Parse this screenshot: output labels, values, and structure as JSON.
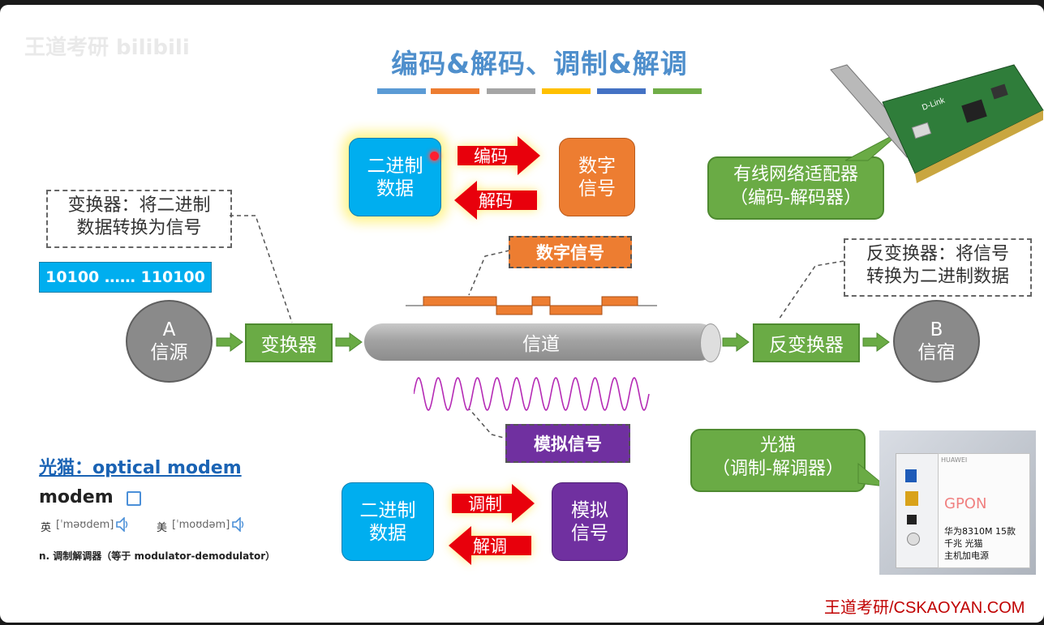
{
  "watermark": "王道考研 bilibili",
  "title": "编码&解码、调制&解调",
  "title_bar_colors": [
    "#5b9bd5",
    "#ed7d31",
    "#a5a5a5",
    "#ffc000",
    "#4472c4",
    "#70ad47"
  ],
  "top_section": {
    "left_box": [
      "二进制",
      "数据"
    ],
    "encode_label": "编码",
    "decode_label": "解码",
    "right_box": [
      "数字",
      "信号"
    ]
  },
  "converter_note": [
    "变换器：将二进制",
    "数据转换为信号"
  ],
  "binary_label": "10100 …… 110100",
  "source": {
    "letter": "A",
    "name": "信源"
  },
  "converter": "变换器",
  "channel": "信道",
  "inverse_converter": "反变换器",
  "sink": {
    "letter": "B",
    "name": "信宿"
  },
  "digital_signal_label": "数字信号",
  "analog_signal_label": "模拟信号",
  "inverse_note": [
    "反变换器：将信号",
    "转换为二进制数据"
  ],
  "network_adapter_callout": [
    "有线网络适配器",
    "（编码-解码器）"
  ],
  "nic_brand": "D-Link",
  "optical_modem_callout": [
    "光猫",
    "（调制-解调器）"
  ],
  "dictionary": {
    "heading": "光猫：optical modem",
    "word": "modem",
    "uk_label": "英",
    "uk_phonetic": "[ˈməʊdem]",
    "us_label": "美",
    "us_phonetic": "[ˈmoʊdəm]",
    "definition": "n. 调制解调器（等于 modulator-demodulator）"
  },
  "bottom_section": {
    "left_box": [
      "二进制",
      "数据"
    ],
    "modulate_label": "调制",
    "demodulate_label": "解调",
    "right_box": [
      "模拟",
      "信号"
    ]
  },
  "modem_photo": {
    "brand": "HUAWEI",
    "model": "GPON",
    "lines": [
      "华为8310M 15款",
      "千兆 光猫",
      "主机加电源"
    ]
  },
  "footer": "王道考研/CSKAOYAN.COM",
  "colors": {
    "blue_box": "#00aeef",
    "orange_box": "#ed7d31",
    "purple_box": "#7030a0",
    "green": "#6aab45",
    "red_arrow": "#e8000c",
    "title_blue": "#4f8fcc"
  }
}
